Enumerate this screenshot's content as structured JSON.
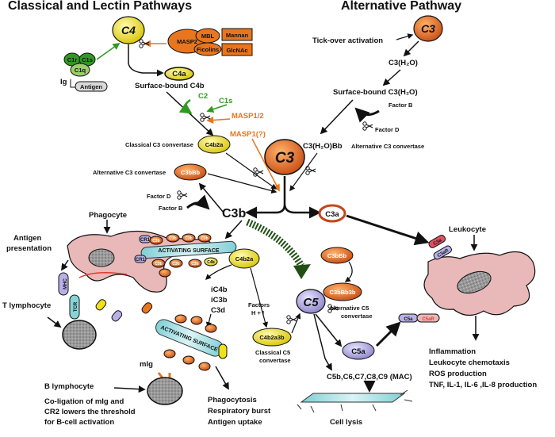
{
  "titles": {
    "left": "Classical and Lectin Pathways",
    "right": "Alternative Pathway"
  },
  "nodes": {
    "c4": "C4",
    "c3_top": "C3",
    "c3_center": "C3",
    "c3b": "C3b",
    "c3a": "C3a",
    "c4a": "C4a",
    "c4b2a": "C4b2a",
    "c3bbb": "C3bBb",
    "c4b2a3b": "C4b2a3b",
    "c3bbb3b": "C3bBb3b",
    "c5": "C5",
    "c5a": "C5a",
    "c1q": "C1q",
    "c1r": "C1r",
    "c1s": "C1s",
    "masp2": "MASP2",
    "mbl": "MBL",
    "mannan": "Mannan",
    "ficolins": "Ficolins",
    "glcnac": "GlcNAc",
    "c3ar": "C3aR",
    "c5ar": "C5aR",
    "c3b_small": "C3b",
    "c4b_small": "C4b",
    "cr1": "CR1",
    "cr2": "CR2",
    "mhc": "MHC",
    "tcr": "TCR"
  },
  "labels": {
    "ig": "Ig",
    "antigen": "Antigen",
    "surface_c4b": "Surface-bound C4b",
    "c2": "C2",
    "c1s_arrow": "C1s",
    "masp12": "MASP1/2",
    "masp1q": "MASP1(?)",
    "classical_c3_conv": "Classical C3 convertase",
    "alt_c3_conv_left": "Alternative C3 convertase",
    "factor_d_left": "Factor D",
    "factor_b_left": "Factor B",
    "tickover": "Tick-over activation",
    "c3h2o": "C3(H₂O)",
    "surface_c3h2o": "Surface-bound C3(H₂O)",
    "factor_b_right": "Factor B",
    "factor_d_right": "Factor D",
    "c3h2obb": "C3(H₂O)Bb",
    "alt_c3_conv_right": "Alternative C3 convertase",
    "phagocyte": "Phagocyte",
    "antigen_presentation_1": "Antigen",
    "antigen_presentation_2": "presentation",
    "t_lymphocyte": "T lymphocyte",
    "activating_surface": "ACTIVATING SURFACE",
    "ic4b": "iC4b",
    "ic3b": "iC3b",
    "c3d": "C3d",
    "factors_1": "Factors",
    "factors_2": "H + I",
    "classical_c5_conv_1": "Classical C5",
    "classical_c5_conv_2": "convertase",
    "alt_c5_conv_1": "Alternative C5",
    "alt_c5_conv_2": "convertase",
    "mig": "mIg",
    "b_lymphocyte": "B lymphocyte",
    "coligation_1": "Co-ligation of mIg and",
    "coligation_2": "CR2 lowers the threshold",
    "coligation_3": "for B-cell activation",
    "phago_1": "Phagocytosis",
    "phago_2": "Respiratory burst",
    "phago_3": "Antigen uptake",
    "mac": "C5b,C6,C7,C8,C9 (MAC)",
    "cell_lysis": "Cell lysis",
    "leukocyte": "Leukocyte",
    "out_1": "Inflammation",
    "out_2": "Leukocyte chemotaxis",
    "out_3": "ROS production",
    "out_4": "TNF, IL-1, IL-6 ,IL-8 production"
  },
  "colors": {
    "orange": "#e8761e",
    "dark_orange": "#c3461a",
    "yellow": "#efe21a",
    "pink": "#e9b8b8",
    "lavender": "#b7b1e6",
    "green": "#2f9a22",
    "dark_green": "#1f4f14",
    "light_green": "#9ccc6e",
    "teal": "#88d3d6"
  }
}
